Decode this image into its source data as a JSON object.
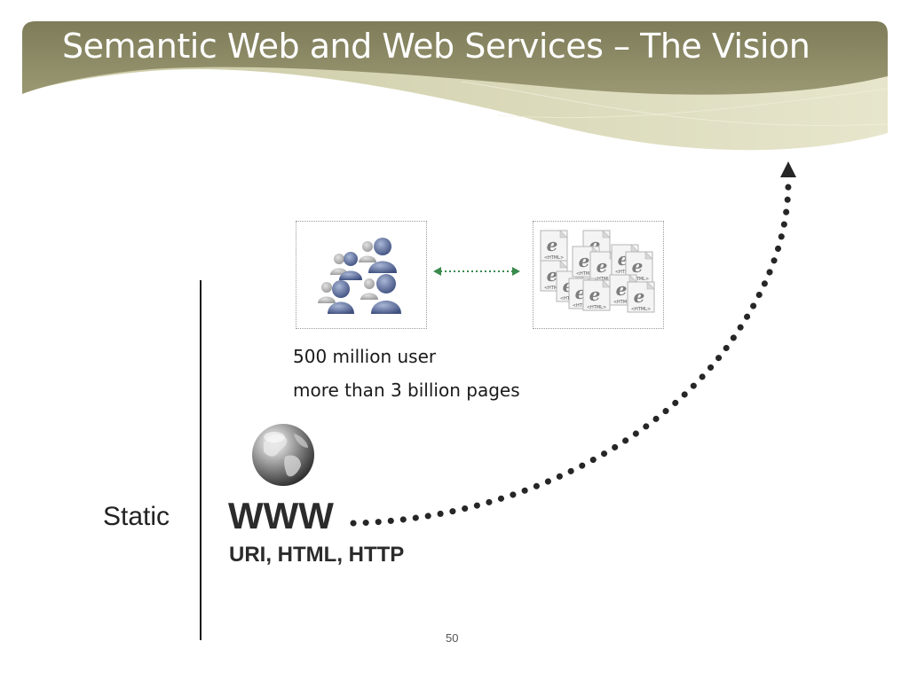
{
  "slide": {
    "title": "Semantic Web and Web Services – The Vision",
    "users_caption": "500 million user",
    "pages_caption": "more than 3 billion pages",
    "static_label": "Static",
    "www_label": "WWW",
    "www_sub": "URI, HTML, HTTP",
    "page_number": "50",
    "html_tag": "<HTML>"
  },
  "icons": {
    "users": "users-group-icon",
    "pages": "html-documents-icon",
    "globe": "globe-icon",
    "connector": "double-arrow-icon",
    "growth": "dotted-arrow-icon"
  },
  "colors": {
    "banner_dark": "#878561",
    "banner_light": "#d7d6b2",
    "connector": "#3a8a4e",
    "user_blue": "#5d6f9a"
  }
}
